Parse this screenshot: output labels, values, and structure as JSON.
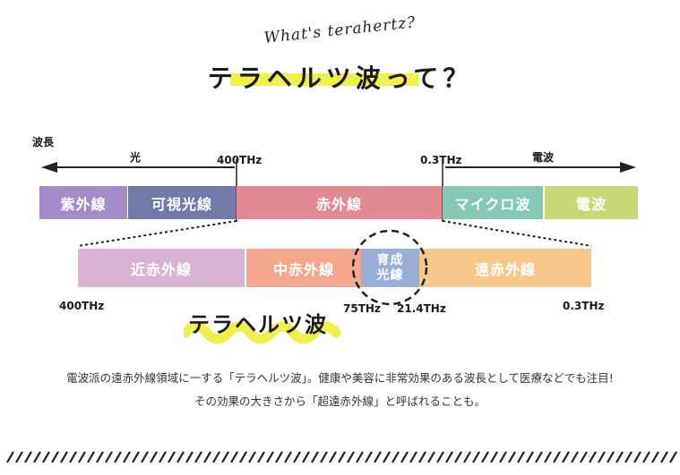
{
  "subtitle": "What's terahertz?",
  "title": "テラヘルツ波って？",
  "wavelength_label": "波長",
  "light_label": "光",
  "radio_label": "電波",
  "freq_top_left": "400THz",
  "freq_top_right": "0.3THz",
  "spectrum": [
    {
      "label": "紫外線",
      "color": "#a48cc8"
    },
    {
      "label": "可視光線",
      "color": "#747aa8"
    },
    {
      "label": "赤外線",
      "color": "#e28a94"
    },
    {
      "label": "マイクロ波",
      "color": "#86c8b8"
    },
    {
      "label": "電波",
      "color": "#c8d878"
    }
  ],
  "infrared": [
    {
      "label": "近赤外線",
      "color": "#d8b4d4"
    },
    {
      "label": "中赤外線",
      "color": "#f4a68e"
    },
    {
      "label": "育成光線",
      "line1": "育成",
      "line2": "光線",
      "color": "#9aaed8"
    },
    {
      "label": "遠赤外線",
      "color": "#f6c98a"
    }
  ],
  "freq_bottom": {
    "left": "400THz",
    "mid1": "75THz",
    "mid2": "21.4THz",
    "right": "0.3THz"
  },
  "terahertz_label": "テラヘルツ波",
  "description_line1": "電波派の遠赤外線領域に一する「テラヘルツ波」。健康や美容に非常効果のある波長として医療などでも注目!",
  "description_line2": "その効果の大きさから「超遠赤外線」と呼ばれることも。",
  "colors": {
    "highlight": "#eef14a",
    "text": "#1a1a1a"
  }
}
